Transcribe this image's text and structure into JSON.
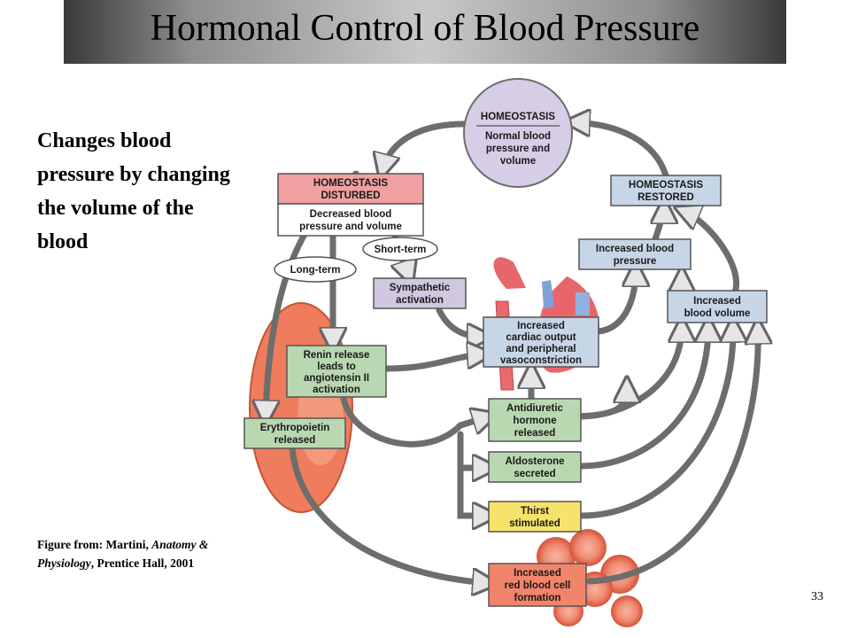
{
  "title": "Hormonal Control of Blood Pressure",
  "intro": "Changes blood pressure by changing the volume of the blood",
  "credit": {
    "prefix": "Figure from: Martini,",
    "book": "Anatomy & Physiology",
    "suffix": ", Prentice Hall, 2001"
  },
  "page_number": "33",
  "diagram": {
    "homeostasis": {
      "title": "HOMEOSTASIS",
      "lines": [
        "Normal blood",
        "pressure and",
        "volume"
      ]
    },
    "disturbed": {
      "title_lines": [
        "HOMEOSTASIS",
        "DISTURBED"
      ],
      "body_lines": [
        "Decreased blood",
        "pressure and volume"
      ]
    },
    "restored": {
      "lines": [
        "HOMEOSTASIS",
        "RESTORED"
      ]
    },
    "long_term": "Long-term",
    "short_term": "Short-term",
    "sympathetic": {
      "lines": [
        "Sympathetic",
        "activation"
      ]
    },
    "cardiac": {
      "lines": [
        "Increased",
        "cardiac output",
        "and peripheral",
        "vasoconstriction"
      ]
    },
    "inc_pressure": {
      "lines": [
        "Increased blood",
        "pressure"
      ]
    },
    "inc_volume": {
      "lines": [
        "Increased",
        "blood volume"
      ]
    },
    "renin": {
      "lines": [
        "Renin release",
        "leads to",
        "angiotensin II",
        "activation"
      ]
    },
    "epo": {
      "lines": [
        "Erythropoietin",
        "released"
      ]
    },
    "adh": {
      "lines": [
        "Antidiuretic",
        "hormone",
        "released"
      ]
    },
    "aldo": {
      "lines": [
        "Aldosterone",
        "secreted"
      ]
    },
    "thirst": {
      "lines": [
        "Thirst",
        "stimulated"
      ]
    },
    "rbc": {
      "lines": [
        "Increased",
        "red blood cell",
        "formation"
      ]
    },
    "colors": {
      "box_blue": "#c7d6e6",
      "box_green": "#b9d8b1",
      "box_purple": "#d0c7e0",
      "box_pink": "#f0a0a0",
      "box_yellow": "#f7e36b",
      "box_red": "#f2846c",
      "homeostasis_circle": "#d6cde6",
      "arrow_fill": "#e6e6e6",
      "kidney": "#ef7c5c"
    }
  }
}
